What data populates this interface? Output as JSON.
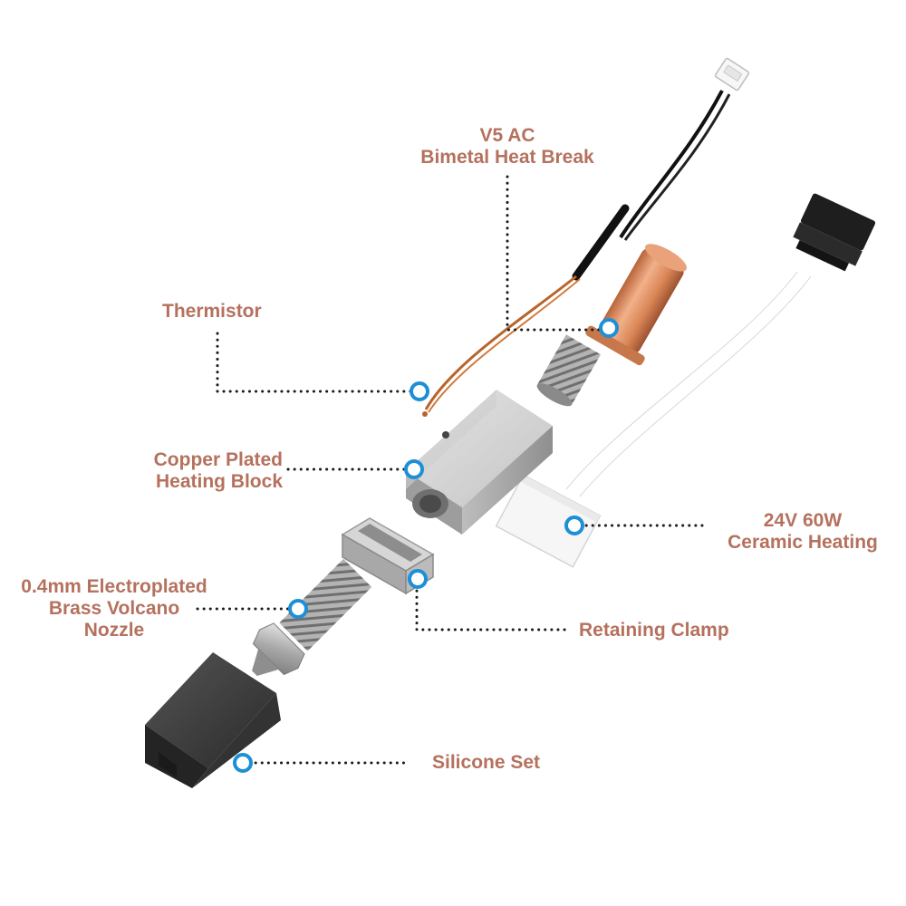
{
  "colors": {
    "label_text": "#b5715e",
    "leader_dots": "#1a1a1a",
    "marker_ring": "#1d8fd6",
    "copper": "#d9875a",
    "steel": "#b9b9b9",
    "silicone": "#3a3a3a",
    "ceramic": "#f4f4f4"
  },
  "labels": {
    "heat_break": {
      "line1": "V5 AC",
      "line2": "Bimetal Heat Break"
    },
    "thermistor": {
      "line1": "Thermistor"
    },
    "heating_block": {
      "line1": "Copper Plated",
      "line2": "Heating Block"
    },
    "ceramic_heating": {
      "line1": "24V 60W",
      "line2": "Ceramic Heating"
    },
    "nozzle": {
      "line1": "0.4mm Electroplated",
      "line2": "Brass Volcano",
      "line3": "Nozzle"
    },
    "retaining_clamp": {
      "line1": "Retaining Clamp"
    },
    "silicone_set": {
      "line1": "Silicone Set"
    }
  },
  "icons": {
    "marker": "callout-ring-icon",
    "connector": "jst-connector-icon"
  }
}
